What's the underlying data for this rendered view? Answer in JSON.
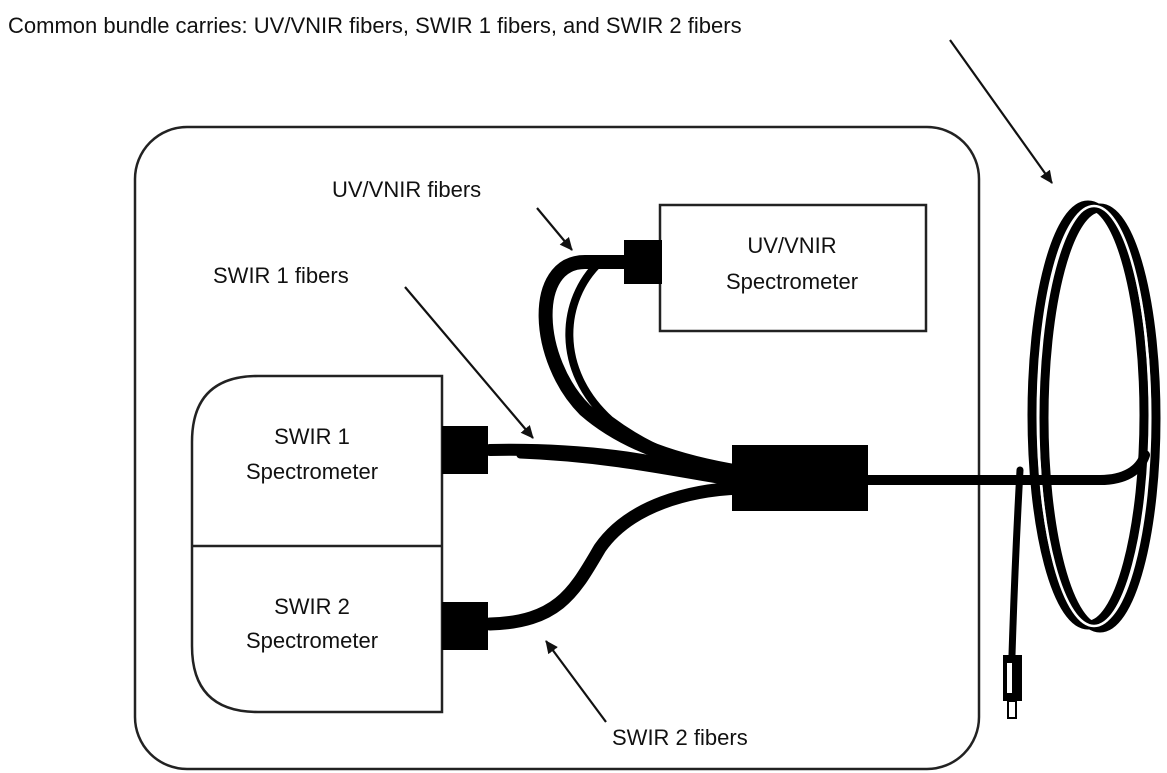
{
  "labels": {
    "common_bundle": "Common bundle carries: UV/VNIR fibers, SWIR 1 fibers, and SWIR 2 fibers",
    "uv_vnir_fibers": "UV/VNIR fibers",
    "swir1_fibers": "SWIR 1 fibers",
    "swir2_fibers": "SWIR 2 fibers"
  },
  "spectrometers": {
    "uv_vnir": {
      "line1": "UV/VNIR",
      "line2": "Spectrometer"
    },
    "swir1": {
      "line1": "SWIR 1",
      "line2": "Spectrometer"
    },
    "swir2": {
      "line1": "SWIR 2",
      "line2": "Spectrometer"
    }
  }
}
